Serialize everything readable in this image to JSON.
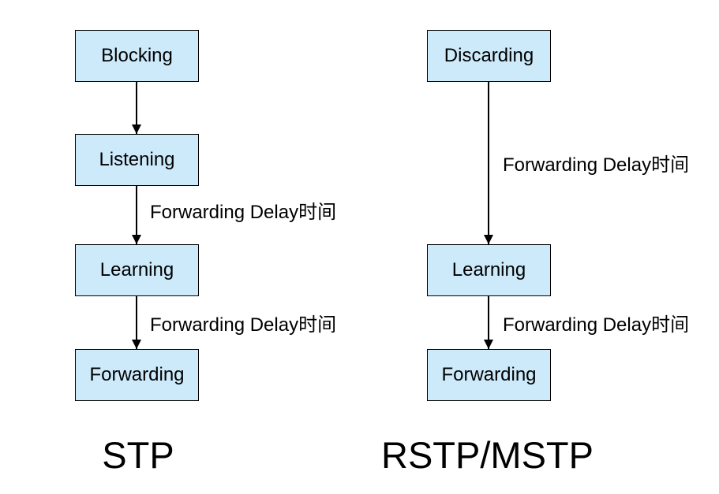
{
  "colors": {
    "background": "#ffffff",
    "box_fill": "#cdeafb",
    "box_border": "#000000",
    "text": "#000000"
  },
  "diagrams": [
    {
      "id": "stp",
      "title": "STP",
      "states": [
        "Blocking",
        "Listening",
        "Learning",
        "Forwarding"
      ],
      "transitions": [
        {
          "from": "Blocking",
          "to": "Listening",
          "label": ""
        },
        {
          "from": "Listening",
          "to": "Learning",
          "label": "Forwarding Delay时间"
        },
        {
          "from": "Learning",
          "to": "Forwarding",
          "label": "Forwarding Delay时间"
        }
      ]
    },
    {
      "id": "rstp-mstp",
      "title": "RSTP/MSTP",
      "states": [
        "Discarding",
        "Learning",
        "Forwarding"
      ],
      "transitions": [
        {
          "from": "Discarding",
          "to": "Learning",
          "label": "Forwarding Delay时间"
        },
        {
          "from": "Learning",
          "to": "Forwarding",
          "label": "Forwarding Delay时间"
        }
      ]
    }
  ]
}
